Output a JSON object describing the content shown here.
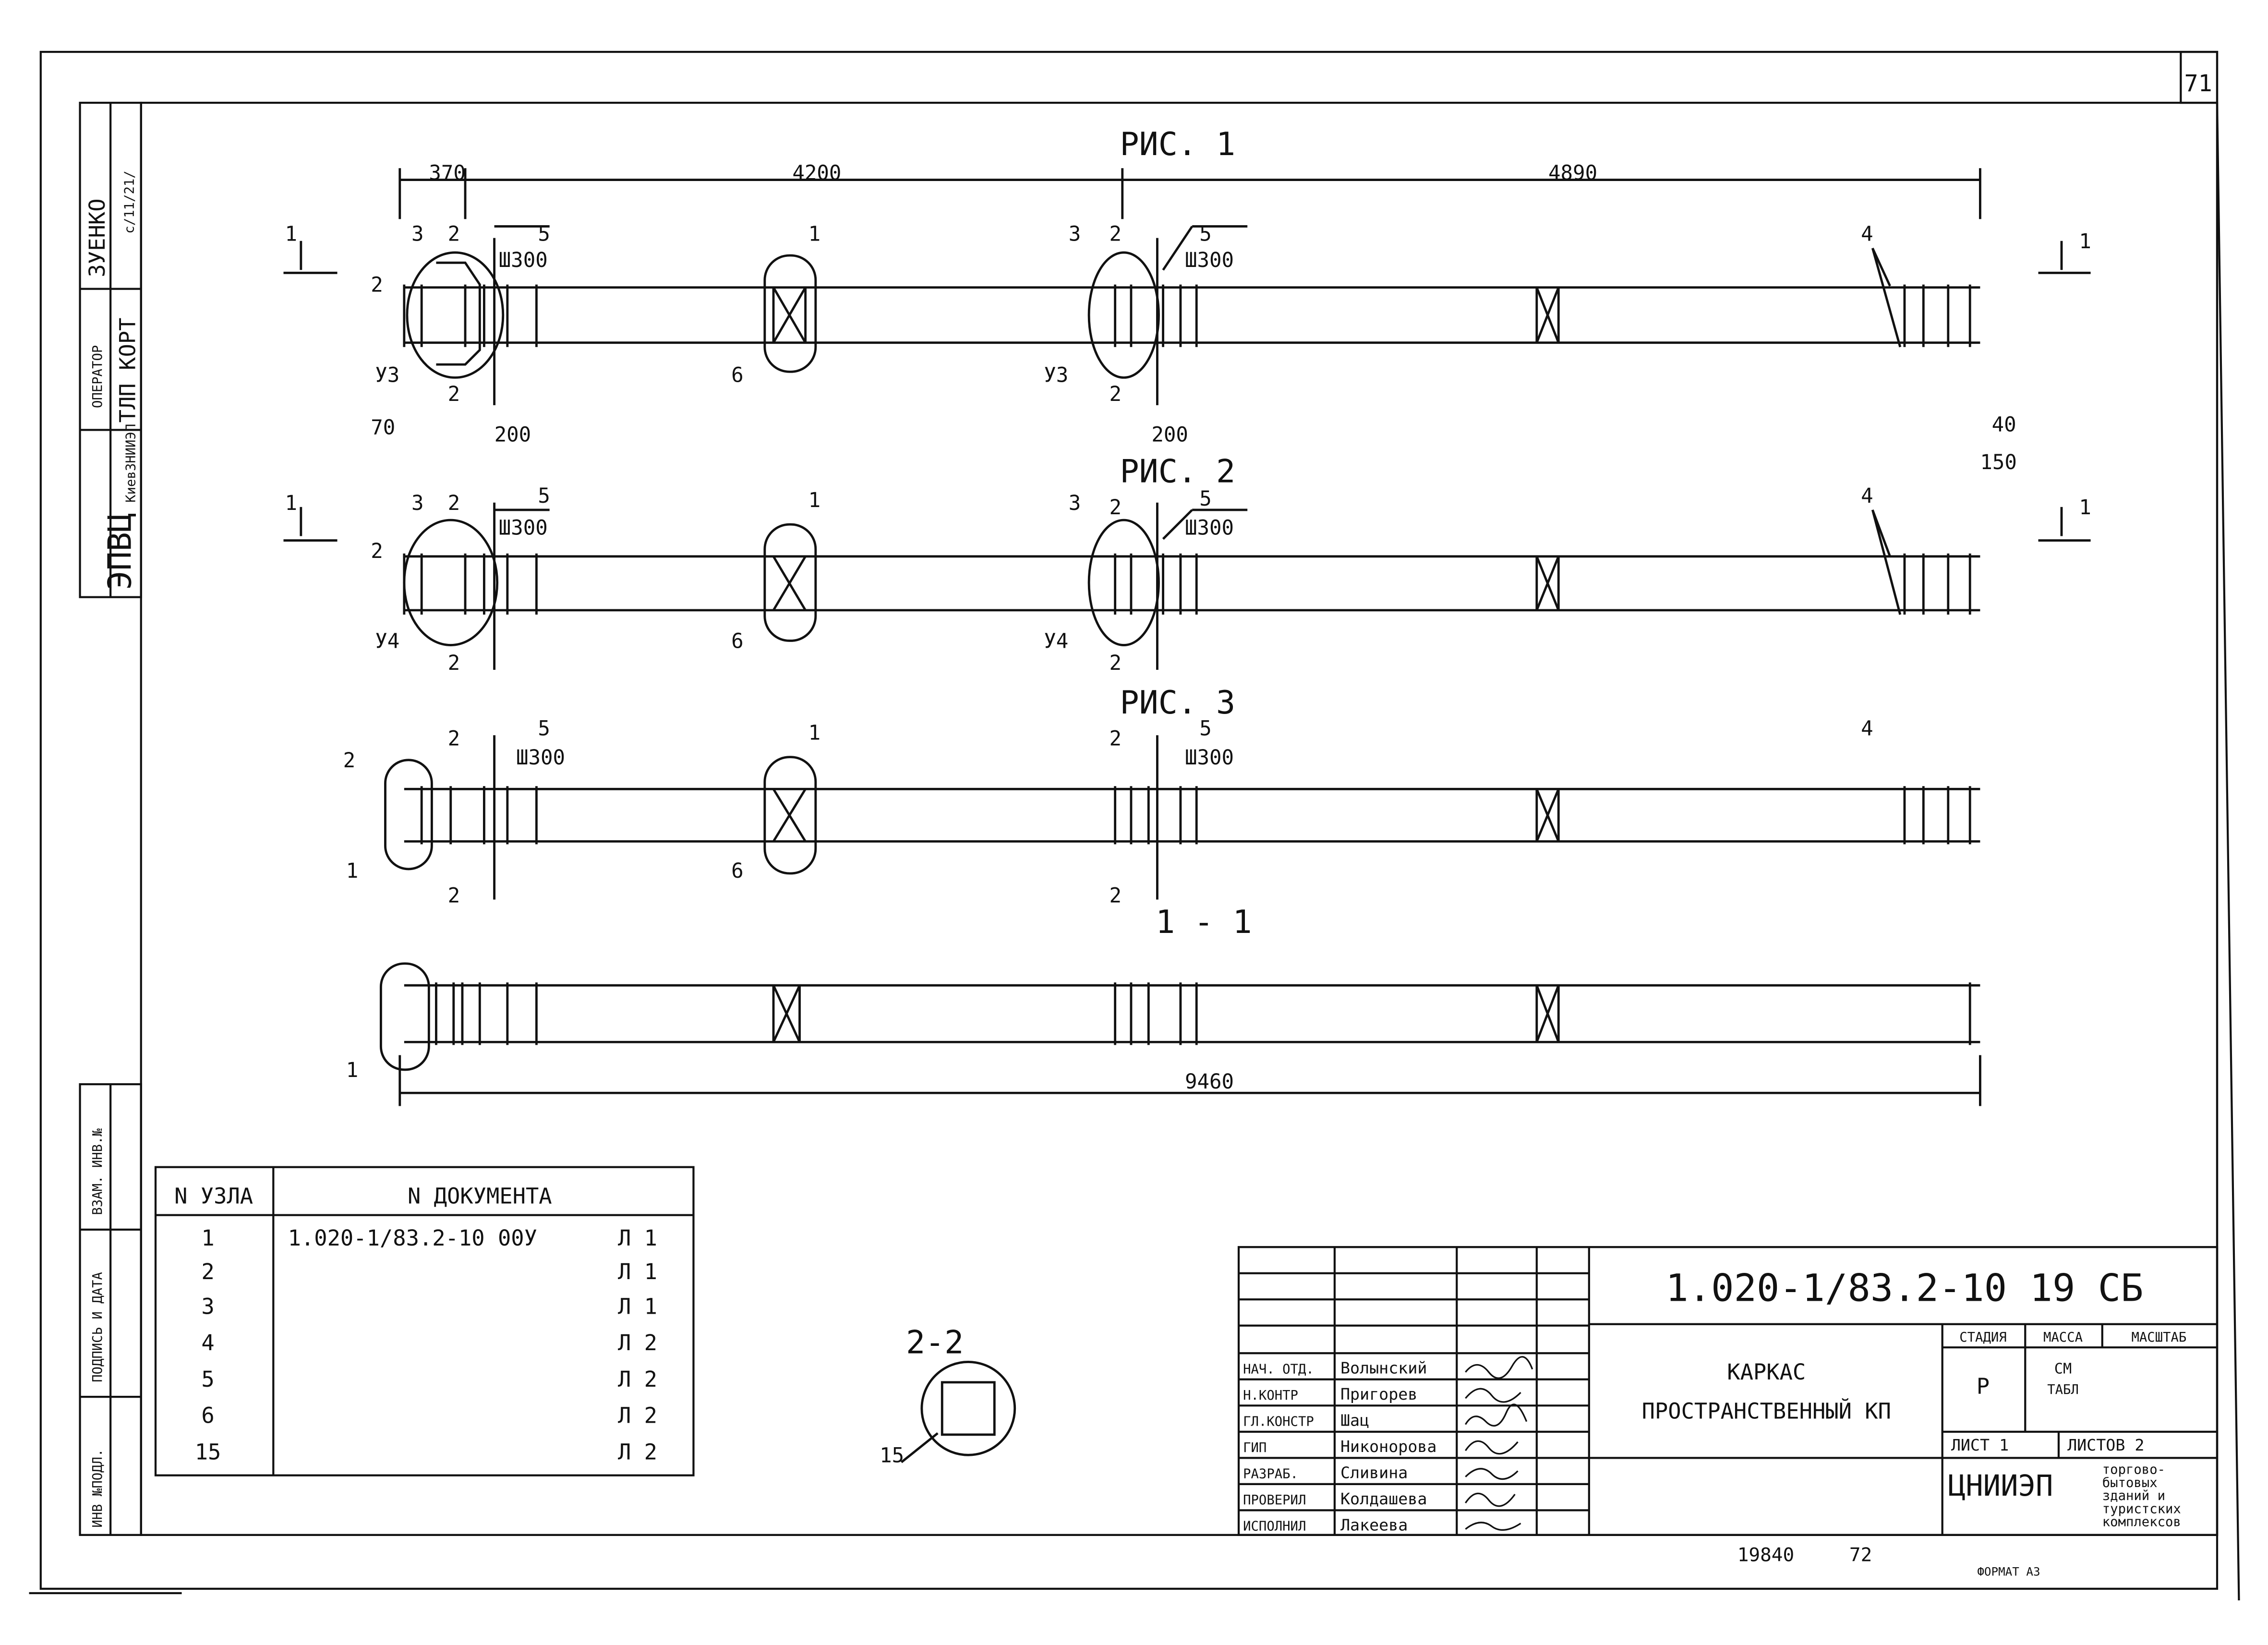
{
  "sheet_number": "71",
  "figure_titles": {
    "fig1": "РИС. 1",
    "fig2": "РИС. 2",
    "fig3": "РИС. 3",
    "section_11": "1 - 1",
    "section_22": "2-2"
  },
  "dimensions": {
    "d370": "370",
    "d4200": "4200",
    "d4890": "4890",
    "d70": "70",
    "d200a": "200",
    "d200b": "200",
    "d40": "40",
    "d150": "150",
    "d9460": "9460"
  },
  "callouts": {
    "c1": "1",
    "c2": "2",
    "c3": "3",
    "c4": "4",
    "c5": "5",
    "c6": "6",
    "c15": "15",
    "u3": "У3",
    "u4": "У4",
    "sh300": "Ш300",
    "cut1": "1",
    "cut2": "2"
  },
  "left_stamp": {
    "org": "ЭПВЦ",
    "org_sub": "КиевЗНИИЭП",
    "role": "ОПЕРАТОР",
    "dept": "ТЛП КОРТ",
    "name": "ЗУЕНКО",
    "date_sig": "с/11/21/"
  },
  "left_columns": [
    "ИНВ №ПОДЛ.",
    "ПОДПИСЬ И ДАТА",
    "ВЗАМ. ИНВ.№"
  ],
  "node_table": {
    "headers": [
      "N УЗЛА",
      "N ДОКУМЕНТА"
    ],
    "rows": [
      {
        "node": "1",
        "doc": "1.020-1/83.2-10 00У",
        "sheet": "Л 1"
      },
      {
        "node": "2",
        "doc": "",
        "sheet": "Л 1"
      },
      {
        "node": "3",
        "doc": "",
        "sheet": "Л 1"
      },
      {
        "node": "4",
        "doc": "",
        "sheet": "Л 2"
      },
      {
        "node": "5",
        "doc": "",
        "sheet": "Л 2"
      },
      {
        "node": "6",
        "doc": "",
        "sheet": "Л 2"
      },
      {
        "node": "15",
        "doc": "",
        "sheet": "Л 2"
      }
    ]
  },
  "title_block": {
    "code": "1.020-1/83.2-10 19 СБ",
    "title_line1": "КАРКАС",
    "title_line2": "ПРОСТРАНСТВЕННЫЙ КП",
    "stage_label": "СТАДИЯ",
    "mass_label": "МАССА",
    "scale_label": "МАСШТАБ",
    "stage_value": "Р",
    "mass_value_1": "СМ",
    "mass_value_2": "ТАБЛ",
    "sheet_label": "ЛИСТ 1",
    "sheets_label": "ЛИСТОВ 2",
    "org": "ЦНИИЭП",
    "org_desc": [
      "торгово-",
      "бытовых",
      "зданий и",
      "туристских",
      "комплексов"
    ],
    "people": [
      {
        "role": "НАЧ. ОТД.",
        "name": "Волынский"
      },
      {
        "role": "Н.КОНТР",
        "name": "Пригорев"
      },
      {
        "role": "ГЛ.КОНСТР",
        "name": "Шац"
      },
      {
        "role": "ГИП",
        "name": "Никонорова"
      },
      {
        "role": "РАЗРАБ.",
        "name": "Сливина"
      },
      {
        "role": "ПРОВЕРИЛ",
        "name": "Колдашева"
      },
      {
        "role": "ИСПОЛНИЛ",
        "name": "Лакеева"
      }
    ]
  },
  "footer": {
    "doc_num": "19840",
    "page": "72",
    "format": "ФОРМАТ А3"
  }
}
